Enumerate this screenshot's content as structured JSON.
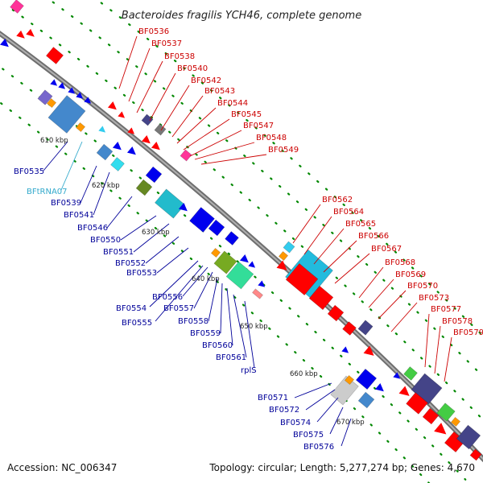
{
  "title": "Bacteroides fragilis YCH46, complete genome",
  "accession_text": "Accession: NC_006347",
  "topology_text": "Topology: circular; Length: 5,277,274 bp; Genes: 4,670",
  "scale_labels": [
    "610 kbp",
    "620 kbp",
    "630 kbp",
    "640 kbp",
    "650 kbp",
    "660 kbp",
    "670 kbp"
  ],
  "upper_labels": [
    "BF0536",
    "BF0537",
    "BF0538",
    "BF0540",
    "BF0542",
    "BF0543",
    "BF0544",
    "BF0545",
    "BF0547",
    "BF0548",
    "BF0549",
    "BF0562",
    "BF0564",
    "BF0565",
    "BF0566",
    "BF0567",
    "BF0568",
    "BF0569",
    "BF0570",
    "BF0573",
    "BF0577",
    "BF0578",
    "BF0579"
  ],
  "lower_labels": [
    "BF0535",
    "BFtRNA07",
    "BF0539",
    "BF0541",
    "BF0546",
    "BF0550",
    "BF0551",
    "BF0552",
    "BF0553",
    "BF0554",
    "BF0555",
    "BF0556",
    "BF0557",
    "BF0558",
    "BF0559",
    "BF0560",
    "BF0561",
    "rplS",
    "BF0571",
    "BF0572",
    "BF0574",
    "BF0575",
    "BF0576"
  ],
  "colors": {
    "upper_label": "#cc0000",
    "lower_label": "#000099",
    "trna_label": "#33aacc",
    "backbone": "#8c8c8c",
    "forward_gene": "#ff0000",
    "reverse_gene": "#0000ee",
    "tick_dot": "#008800"
  }
}
